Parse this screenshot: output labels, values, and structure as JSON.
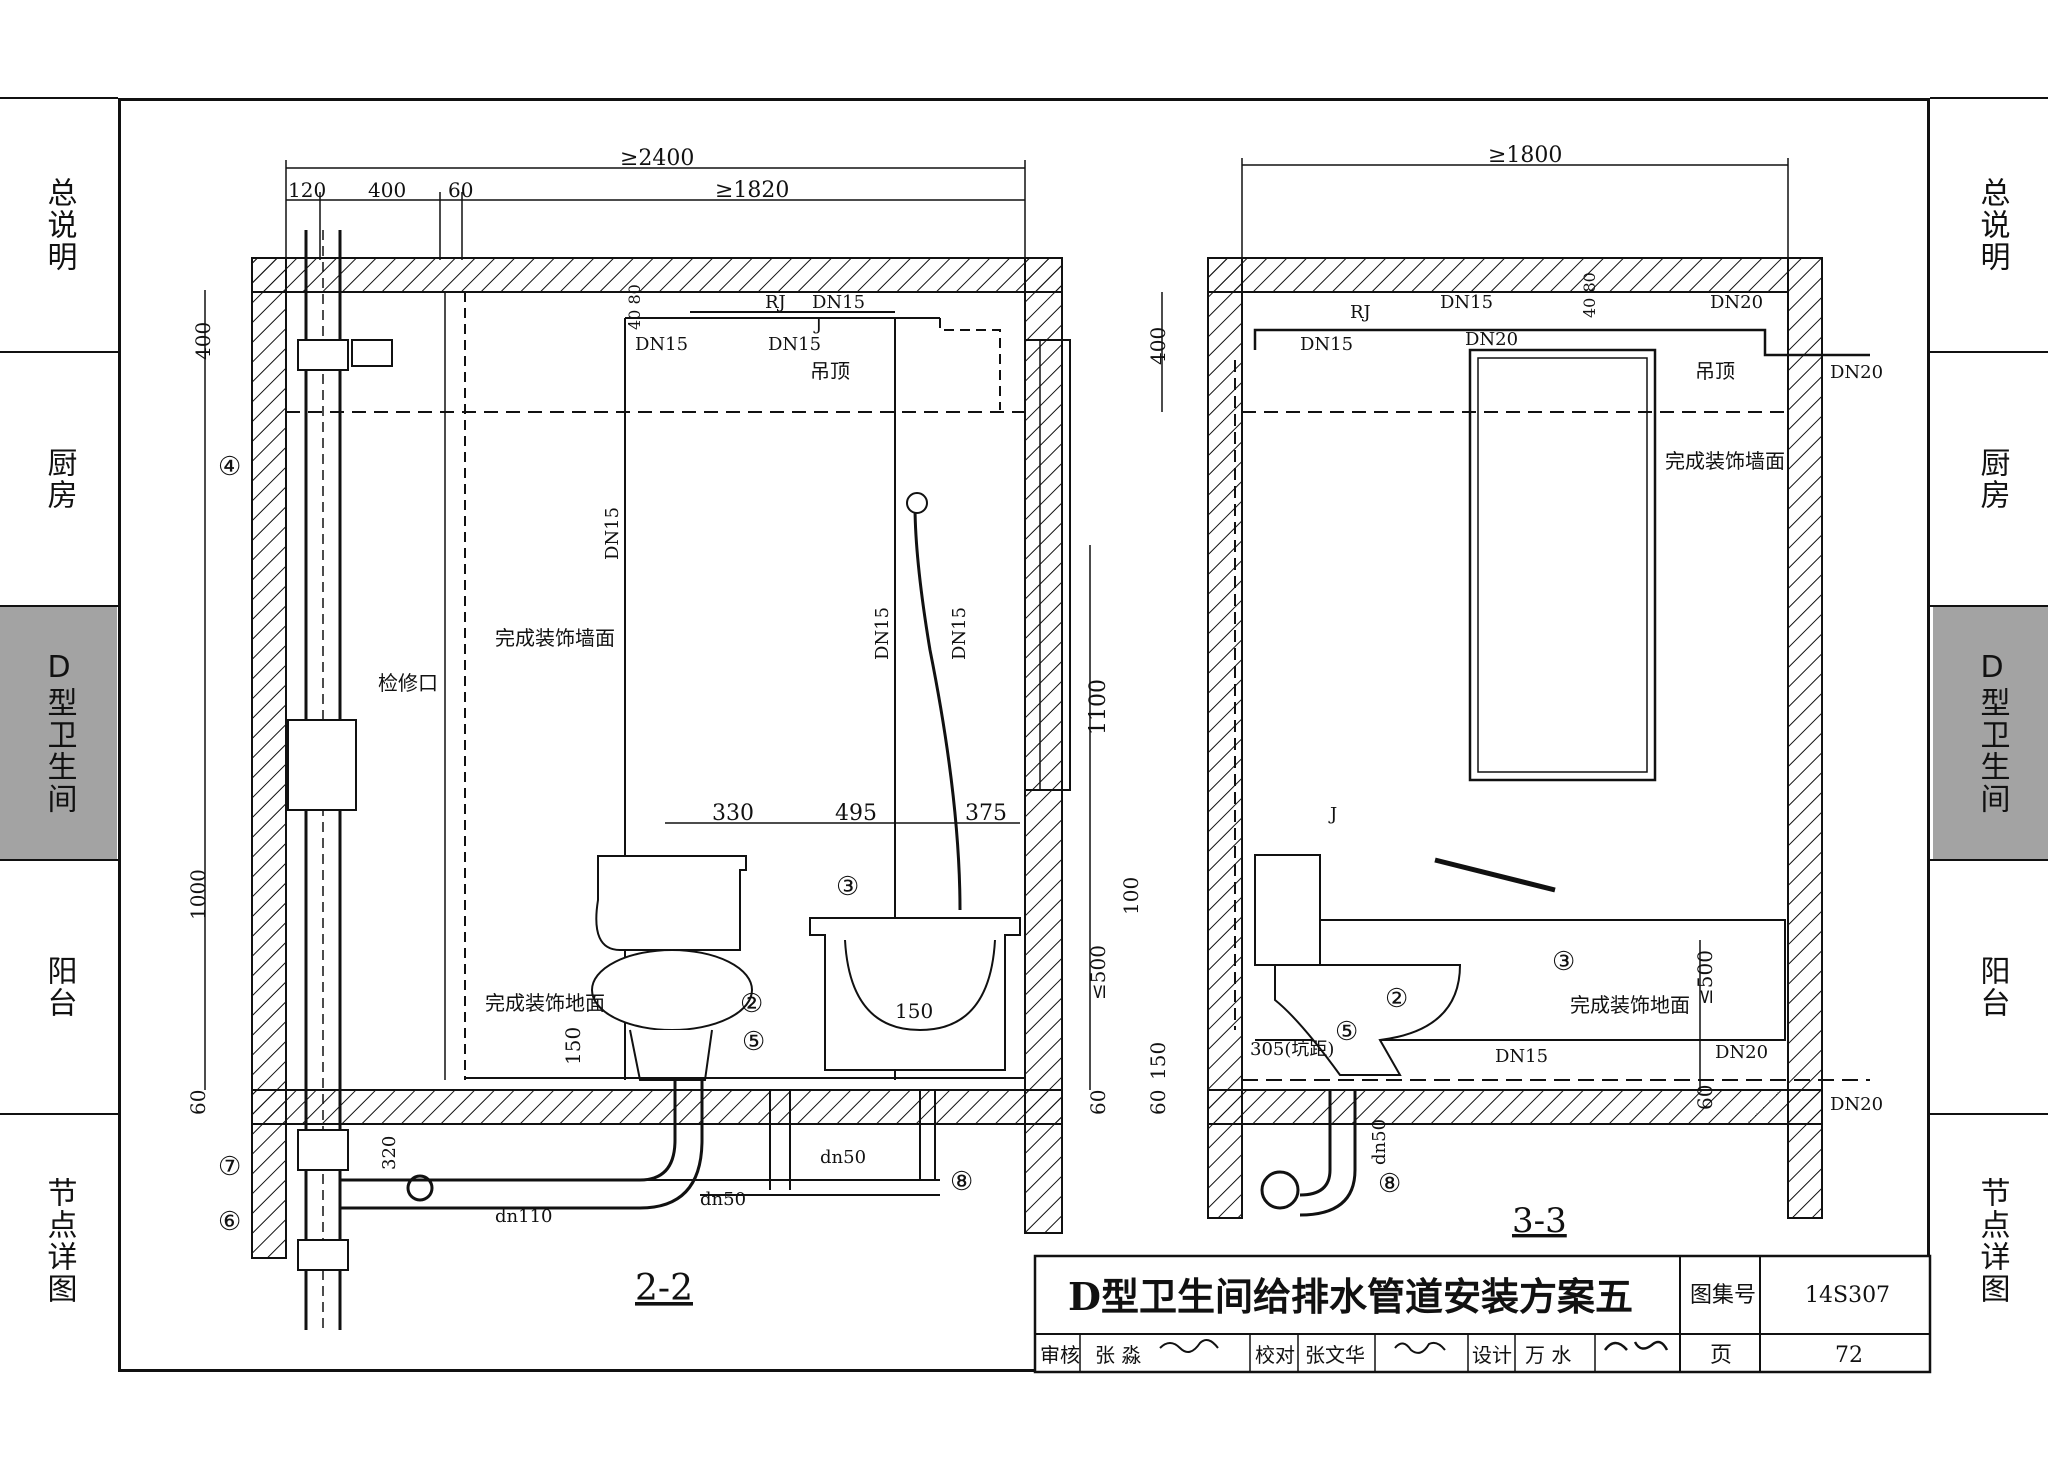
{
  "nav": {
    "left": [
      {
        "label": "总说明",
        "active": false
      },
      {
        "label": "厨房",
        "active": false
      },
      {
        "label": "D型卫生间",
        "active": true
      },
      {
        "label": "阳台",
        "active": false
      },
      {
        "label": "节点详图",
        "active": false
      }
    ],
    "right": [
      {
        "label": "总说明",
        "active": false
      },
      {
        "label": "厨房",
        "active": false
      },
      {
        "label": "D型卫生间",
        "active": true
      },
      {
        "label": "阳台",
        "active": false
      },
      {
        "label": "节点详图",
        "active": false
      }
    ]
  },
  "section_2_2": {
    "title": "2-2",
    "dims": {
      "total": "≥2400",
      "d120": "120",
      "d400": "400",
      "d60": "60",
      "d1820": "≥1820",
      "h400": "400",
      "h1000": "1000",
      "h60": "60",
      "h150": "150",
      "w330": "330",
      "w495": "495",
      "w375": "375",
      "w150": "150",
      "h1100": "1100",
      "h100": "100",
      "h500": "≤500",
      "h60r": "60",
      "d320": "320"
    },
    "labels": {
      "rj": "RJ",
      "j": "J",
      "dn15": "DN15",
      "d4080": "40 80",
      "ceiling": "吊顶",
      "wall_finish": "完成装饰墙面",
      "floor_finish": "完成装饰地面",
      "access": "检修口",
      "dn110": "dn110",
      "dn50": "dn50"
    },
    "callouts": [
      "④",
      "⑦",
      "⑥",
      "②",
      "⑤",
      "③",
      "⑧"
    ]
  },
  "section_3_3": {
    "title": "3-3",
    "dims": {
      "total": "≥1800",
      "h400": "400",
      "h150": "150",
      "h60": "60",
      "h500": "≤500",
      "h60b": "60",
      "pit": "305(坑距)"
    },
    "labels": {
      "rj": "RJ",
      "j": "J",
      "dn15": "DN15",
      "dn20": "DN20",
      "d4080": "40 80",
      "ceiling": "吊顶",
      "wall_finish": "完成装饰墙面",
      "floor_finish": "完成装饰地面",
      "dn50": "dn50"
    },
    "callouts": [
      "③",
      "②",
      "⑤",
      "⑧"
    ]
  },
  "title_block": {
    "title": "D型卫生间给排水管道安装方案五",
    "atlas_label": "图集号",
    "atlas_no": "14S307",
    "review": "审核",
    "reviewer": "张 淼",
    "check": "校对",
    "checker": "张文华",
    "design": "设计",
    "designer": "万 水",
    "page_label": "页",
    "page_no": "72"
  }
}
